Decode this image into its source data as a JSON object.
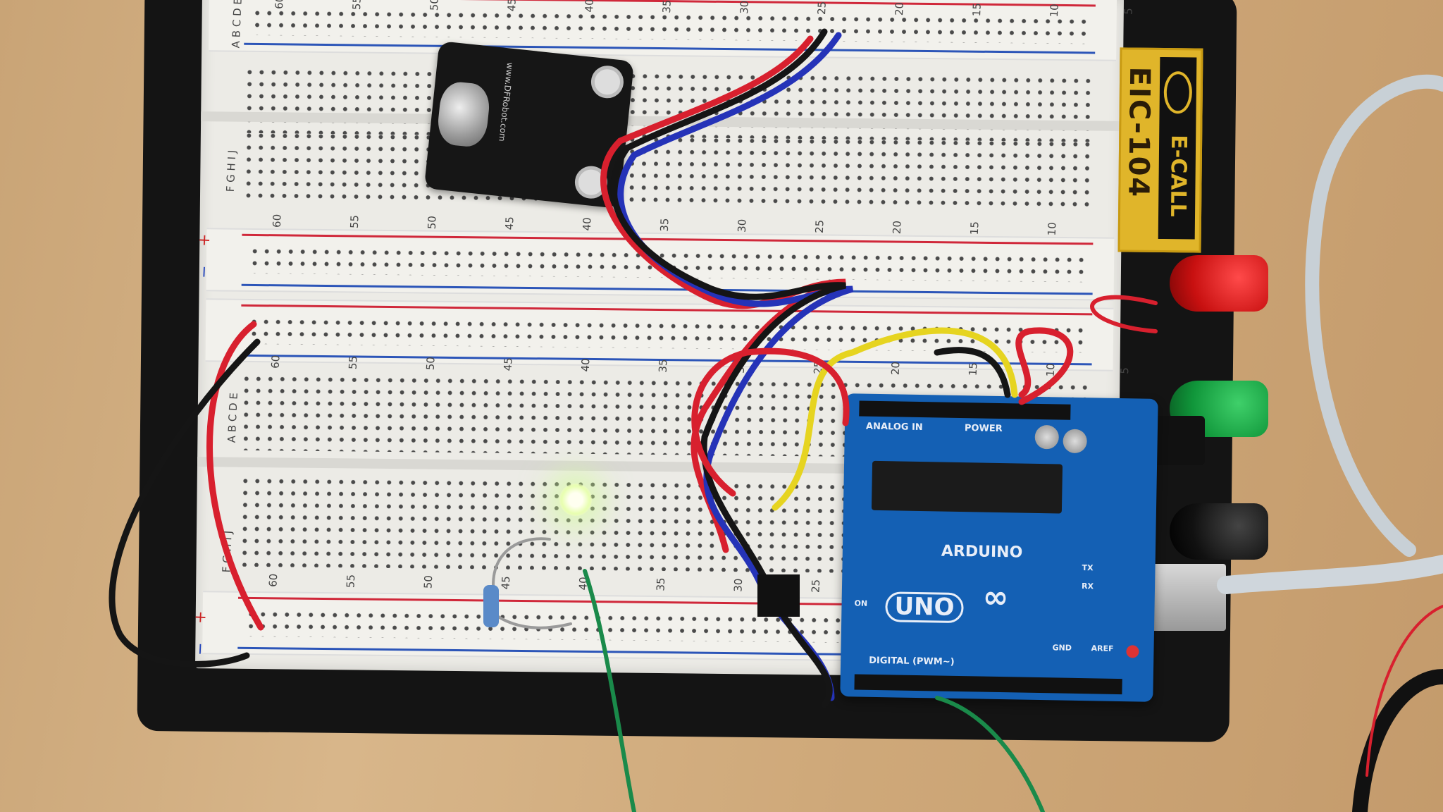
{
  "scene": "photo",
  "breadboard": {
    "brand": "E-CALL",
    "model": "EIC-104",
    "row_letters_top": "A B C D E",
    "row_letters_bottom": "F G H I J",
    "column_numbers": [
      "60",
      "55",
      "50",
      "45",
      "40",
      "35",
      "30",
      "25",
      "20",
      "15",
      "10",
      "5"
    ],
    "rail_plus": "+",
    "rail_minus": "−"
  },
  "sound_sensor": {
    "text": "www.DFRobot.com"
  },
  "arduino": {
    "brand": "ARDUINO",
    "model": "UNO",
    "analog_label": "ANALOG IN",
    "power_label": "POWER",
    "digital_label": "DIGITAL (PWM~)",
    "on_label": "ON",
    "tx_label": "TX",
    "rx_label": "RX",
    "aref_label": "AREF",
    "gnd_label": "GND"
  },
  "led": {
    "color": "#d8ff9a",
    "state": "on"
  },
  "colors": {
    "wire_red": "#d8202e",
    "wire_black": "#151515",
    "wire_blue": "#2533b8",
    "wire_yellow": "#e6d420",
    "wire_green": "#1a8a4a",
    "board_blue": "#1460b4"
  }
}
